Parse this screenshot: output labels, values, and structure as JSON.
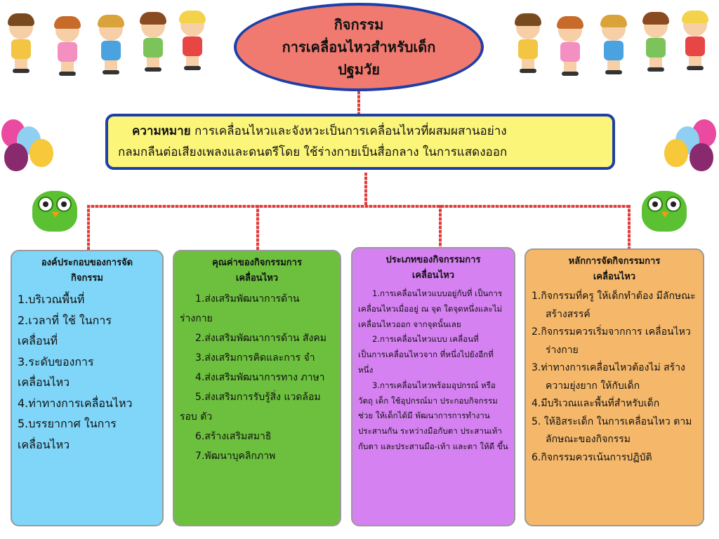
{
  "title": {
    "line1": "กิจกรรม",
    "line2": "การเคลื่อนไหวสำหรับเด็ก",
    "line3": "ปฐมวัย"
  },
  "definition": {
    "label": "ความหมาย",
    "line1": " การเคลื่อนไหวและจังหวะเป็นการเคลื่อนไหวที่ผสมผสานอย่าง",
    "line2": "กลมกลืนต่อเสียงเพลงและดนตรีโดย ใช้ร่างกายเป็นสื่อกลาง ในการแสดงออก"
  },
  "components": {
    "heading_line1": "องค์ประกอบของการจัด",
    "heading_line2": "กิจกรรม",
    "items": [
      "1.บริเวณพื้นที่",
      "2.เวลาที่ ใช้ ในการ",
      "เคลื่อนที่",
      "3.ระดับของการ",
      "เคลื่อนไหว",
      "4.ท่าทางการเคลื่อนไหว",
      "5.บรรยากาศ ในการ",
      "เคลื่อนไหว"
    ]
  },
  "values": {
    "heading_line1": "คุณค่าของกิจกรรมการ",
    "heading_line2": "เคลื่อนไหว",
    "items": [
      "1.ส่งเสริมพัฒนาการด้าน ร่างกาย",
      "2.ส่งเสริมพัฒนาการด้าน สังคม",
      "3.ส่งเสริมการคิดและการ จำ",
      "4.ส่งเสริมพัฒนาการทาง ภาษา",
      "5.ส่งเสริมการรับรู้สิ่ง แวดล้อมรอบ ตัว",
      "6.สร้างเสริมสมาธิ",
      "7.พัฒนาบุคลิกภาพ"
    ]
  },
  "types": {
    "heading_line1": "ประเภทของกิจกรรมการ",
    "heading_line2": "เคลื่อนไหว",
    "items": [
      "1.การเคลื่อนไหวแบบอยู่กับที่ เป็นการเคลื่อนไหวเมื่ออยู่ ณ จุด ใดจุดหนึ่งและไม่เคลื่อนไหวออก จากจุดนั้นเลย",
      "2.การเคลื่อนไหวแบบ เคลื่อนที่ เป็นการเคลื่อนไหวจาก ที่หนึ่งไปยังอีกที่หนึ่ง",
      "3.การเคลื่อนไหวพร้อมอุปกรณ์ หรือวัตถุ เด็ก ใช้อุปกรณ์มา ประกอบกิจกรรม ช่วย ให้เด็กได้มี พัฒนาการการทำงานประสานกัน ระหว่างมือกับตา ประสานเท้ากับตา และประสานมือ-เท้า และตา ให้ดี ขึ้น"
    ]
  },
  "principles": {
    "heading_line1": "หลักการจัดกิจกรรมการ",
    "heading_line2": "เคลื่อนไหว",
    "items": [
      "1.กิจกรรมที่ครู ให้เด็กทำต้อง มีลักษณะสร้างสรรค์",
      "2.กิจกรรมควรเริ่มจากการ เคลื่อนไหวร่างกาย",
      "3.ท่าทางการเคลื่อนไหวต้องไม่ สร้างความยุ่งยาก ให้กับเด็ก",
      "4.มีบริเวณและพื้นที่สำหรับเด็ก",
      "5. ให้อิสระเด็ก ในการเคลื่อนไหว ตามลักษณะของกิจกรรม",
      "6.กิจกรรมควรเน้นการปฏิบัติ"
    ]
  },
  "colors": {
    "title_fill": "#f07a6f",
    "border_blue": "#1d3fa8",
    "definition_fill": "#fbf57a",
    "connector": "#e23b3b",
    "components_fill": "#7fd6f8",
    "values_fill": "#6cc03d",
    "types_fill": "#d681f2",
    "principles_fill": "#f5b86b"
  },
  "icons": [
    "children-cartoon",
    "owl-cartoon",
    "balloons-cartoon"
  ]
}
